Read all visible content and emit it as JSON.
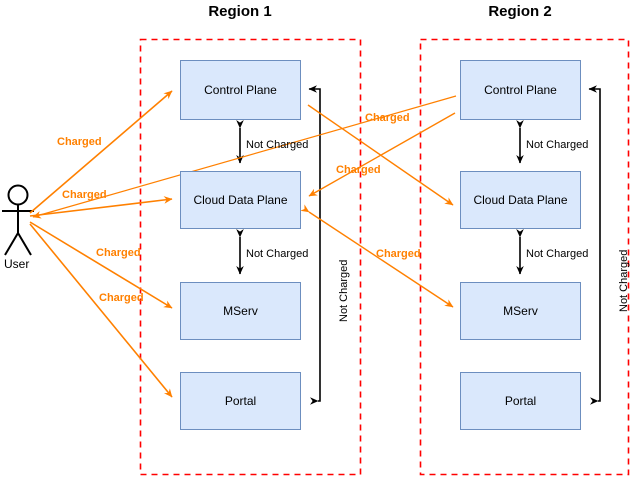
{
  "diagram": {
    "title_region1": "Region 1",
    "title_region2": "Region 2",
    "actor": {
      "name": "User",
      "label": "User"
    },
    "regions": [
      {
        "id": "region-1",
        "title": "Region 1",
        "nodes": [
          {
            "id": "r1-control-plane",
            "label": "Control Plane"
          },
          {
            "id": "r1-cloud-data-plane",
            "label": "Cloud Data Plane"
          },
          {
            "id": "r1-mserv",
            "label": "MServ"
          },
          {
            "id": "r1-portal",
            "label": "Portal"
          }
        ],
        "internal_edges": [
          {
            "id": "r1-cp-cdp",
            "label": "Not Charged"
          },
          {
            "id": "r1-cdp-mserv",
            "label": "Not Charged"
          },
          {
            "id": "r1-portal-cp",
            "label": "Not Charged"
          }
        ]
      },
      {
        "id": "region-2",
        "title": "Region 2",
        "nodes": [
          {
            "id": "r2-control-plane",
            "label": "Control Plane"
          },
          {
            "id": "r2-cloud-data-plane",
            "label": "Cloud Data Plane"
          },
          {
            "id": "r2-mserv",
            "label": "MServ"
          },
          {
            "id": "r2-portal",
            "label": "Portal"
          }
        ],
        "internal_edges": [
          {
            "id": "r2-cp-cdp",
            "label": "Not Charged"
          },
          {
            "id": "r2-cdp-mserv",
            "label": "Not Charged"
          },
          {
            "id": "r2-portal-cp",
            "label": "Not Charged"
          }
        ]
      }
    ],
    "charged_edges": [
      {
        "id": "user-to-r1-control-plane",
        "label": "Charged"
      },
      {
        "id": "user-to-r1-cloud-data-plane",
        "label": "Charged"
      },
      {
        "id": "user-to-r1-mserv",
        "label": "Charged"
      },
      {
        "id": "user-to-r1-portal",
        "label": "Charged"
      },
      {
        "id": "r2-control-plane-to-user",
        "label": "Charged"
      },
      {
        "id": "r1-to-r2-cloud-data-plane",
        "label": "Charged"
      },
      {
        "id": "r2-to-r1-cloud-data-plane",
        "label": "Charged"
      }
    ],
    "colors": {
      "node_fill": "#dae8fc",
      "node_stroke": "#6c8ebf",
      "region_border": "#ff0000",
      "charged": "#ff8000",
      "not_charged": "#000000",
      "text": "#000000",
      "background": "#ffffff"
    }
  }
}
